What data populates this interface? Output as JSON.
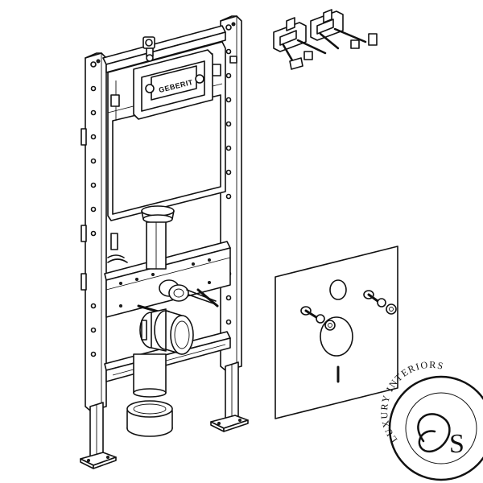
{
  "brand_label": "GEBERIT",
  "watermark": {
    "text": "LUXURY INTERIORS",
    "monogram": "S"
  },
  "colors": {
    "line": "#111111",
    "background": "#ffffff",
    "seal_fill": "#ffffff"
  }
}
